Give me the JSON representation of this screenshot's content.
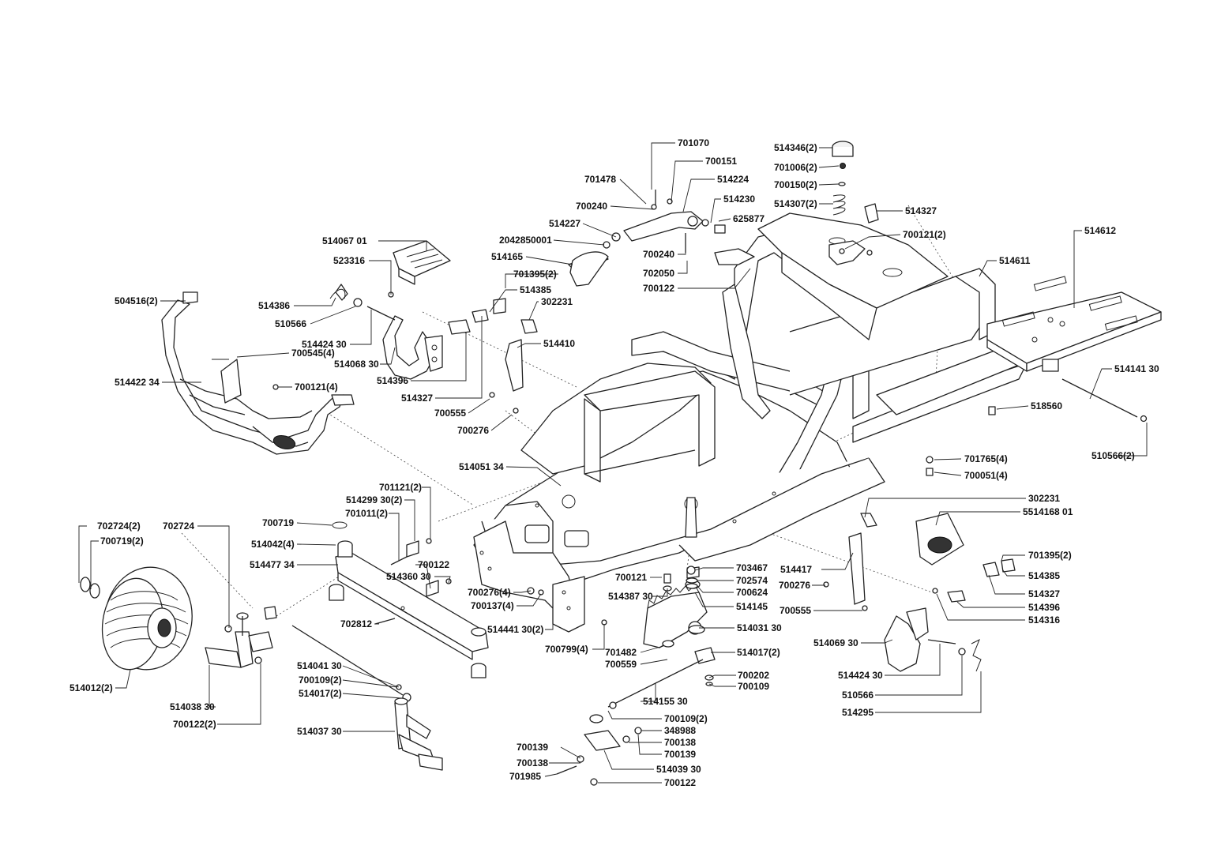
{
  "diagram": {
    "labels": [
      {
        "id": "l01",
        "text": "701070"
      },
      {
        "id": "l02",
        "text": "700151"
      },
      {
        "id": "l03",
        "text": "701478"
      },
      {
        "id": "l04",
        "text": "514224"
      },
      {
        "id": "l05",
        "text": "700240"
      },
      {
        "id": "l06",
        "text": "514230"
      },
      {
        "id": "l07",
        "text": "625877"
      },
      {
        "id": "l08",
        "text": "514227"
      },
      {
        "id": "l09",
        "text": "2042850001"
      },
      {
        "id": "l10",
        "text": "514165"
      },
      {
        "id": "l11",
        "text": "700240"
      },
      {
        "id": "l12",
        "text": "702050"
      },
      {
        "id": "l13",
        "text": "700122"
      },
      {
        "id": "l14",
        "text": "514346(2)"
      },
      {
        "id": "l15",
        "text": "701006(2)"
      },
      {
        "id": "l16",
        "text": "700150(2)"
      },
      {
        "id": "l17",
        "text": "514307(2)"
      },
      {
        "id": "l18",
        "text": "514327"
      },
      {
        "id": "l19",
        "text": "700121(2)"
      },
      {
        "id": "l20",
        "text": "514612"
      },
      {
        "id": "l21",
        "text": "514611"
      },
      {
        "id": "l22",
        "text": "514067 01"
      },
      {
        "id": "l23",
        "text": "523316"
      },
      {
        "id": "l24",
        "text": "504516(2)"
      },
      {
        "id": "l25",
        "text": "514386"
      },
      {
        "id": "l26",
        "text": "510566"
      },
      {
        "id": "l27",
        "text": "514424 30"
      },
      {
        "id": "l28",
        "text": "514068 30"
      },
      {
        "id": "l29",
        "text": "700545(4)"
      },
      {
        "id": "l30",
        "text": "700121(4)"
      },
      {
        "id": "l31",
        "text": "514422 34"
      },
      {
        "id": "l32",
        "text": "701395(2)"
      },
      {
        "id": "l33",
        "text": "514385"
      },
      {
        "id": "l34",
        "text": "302231"
      },
      {
        "id": "l35",
        "text": "514410"
      },
      {
        "id": "l36",
        "text": "514396"
      },
      {
        "id": "l37",
        "text": "514327"
      },
      {
        "id": "l38",
        "text": "700555"
      },
      {
        "id": "l39",
        "text": "700276"
      },
      {
        "id": "l40",
        "text": "514141 30"
      },
      {
        "id": "l41",
        "text": "518560"
      },
      {
        "id": "l42",
        "text": "510566(2)"
      },
      {
        "id": "l43",
        "text": "701765(4)"
      },
      {
        "id": "l44",
        "text": "700051(4)"
      },
      {
        "id": "l45",
        "text": "514051 34"
      },
      {
        "id": "l46",
        "text": "701121(2)"
      },
      {
        "id": "l47",
        "text": "514299 30(2)"
      },
      {
        "id": "l48",
        "text": "701011(2)"
      },
      {
        "id": "l49",
        "text": "700719"
      },
      {
        "id": "l50",
        "text": "514042(4)"
      },
      {
        "id": "l51",
        "text": "514477 34"
      },
      {
        "id": "l52",
        "text": "700122"
      },
      {
        "id": "l53",
        "text": "514360 30"
      },
      {
        "id": "l54",
        "text": "702724(2)"
      },
      {
        "id": "l55",
        "text": "700719(2)"
      },
      {
        "id": "l56",
        "text": "702724"
      },
      {
        "id": "l57",
        "text": "302231"
      },
      {
        "id": "l58",
        "text": "5514168 01"
      },
      {
        "id": "l59",
        "text": "701395(2)"
      },
      {
        "id": "l60",
        "text": "514385"
      },
      {
        "id": "l61",
        "text": "514327"
      },
      {
        "id": "l62",
        "text": "514396"
      },
      {
        "id": "l63",
        "text": "514316"
      },
      {
        "id": "l64",
        "text": "514417"
      },
      {
        "id": "l65",
        "text": "700276"
      },
      {
        "id": "l66",
        "text": "700555"
      },
      {
        "id": "l67",
        "text": "703467"
      },
      {
        "id": "l68",
        "text": "702574"
      },
      {
        "id": "l69",
        "text": "700624"
      },
      {
        "id": "l70",
        "text": "514145"
      },
      {
        "id": "l71",
        "text": "700121"
      },
      {
        "id": "l72",
        "text": "514387 30"
      },
      {
        "id": "l73",
        "text": "700276(4)"
      },
      {
        "id": "l74",
        "text": "700137(4)"
      },
      {
        "id": "l75",
        "text": "514441 30(2)"
      },
      {
        "id": "l76",
        "text": "702812"
      },
      {
        "id": "l77",
        "text": "700799(4)"
      },
      {
        "id": "l78",
        "text": "514031 30"
      },
      {
        "id": "l79",
        "text": "701482"
      },
      {
        "id": "l80",
        "text": "700559"
      },
      {
        "id": "l81",
        "text": "514017(2)"
      },
      {
        "id": "l82",
        "text": "700202"
      },
      {
        "id": "l83",
        "text": "700109"
      },
      {
        "id": "l84",
        "text": "514069 30"
      },
      {
        "id": "l85",
        "text": "514424 30"
      },
      {
        "id": "l86",
        "text": "510566"
      },
      {
        "id": "l87",
        "text": "514295"
      },
      {
        "id": "l88",
        "text": "514012(2)"
      },
      {
        "id": "l89",
        "text": "514038 30"
      },
      {
        "id": "l90",
        "text": "700122(2)"
      },
      {
        "id": "l91",
        "text": "514041 30"
      },
      {
        "id": "l92",
        "text": "700109(2)"
      },
      {
        "id": "l93",
        "text": "514017(2)"
      },
      {
        "id": "l94",
        "text": "514037 30"
      },
      {
        "id": "l95",
        "text": "514155 30"
      },
      {
        "id": "l96",
        "text": "700109(2)"
      },
      {
        "id": "l97",
        "text": "348988"
      },
      {
        "id": "l98",
        "text": "700138"
      },
      {
        "id": "l99",
        "text": "700139"
      },
      {
        "id": "l100",
        "text": "700139"
      },
      {
        "id": "l101",
        "text": "700138"
      },
      {
        "id": "l102",
        "text": "701985"
      },
      {
        "id": "l103",
        "text": "514039 30"
      },
      {
        "id": "l104",
        "text": "700122"
      }
    ]
  }
}
